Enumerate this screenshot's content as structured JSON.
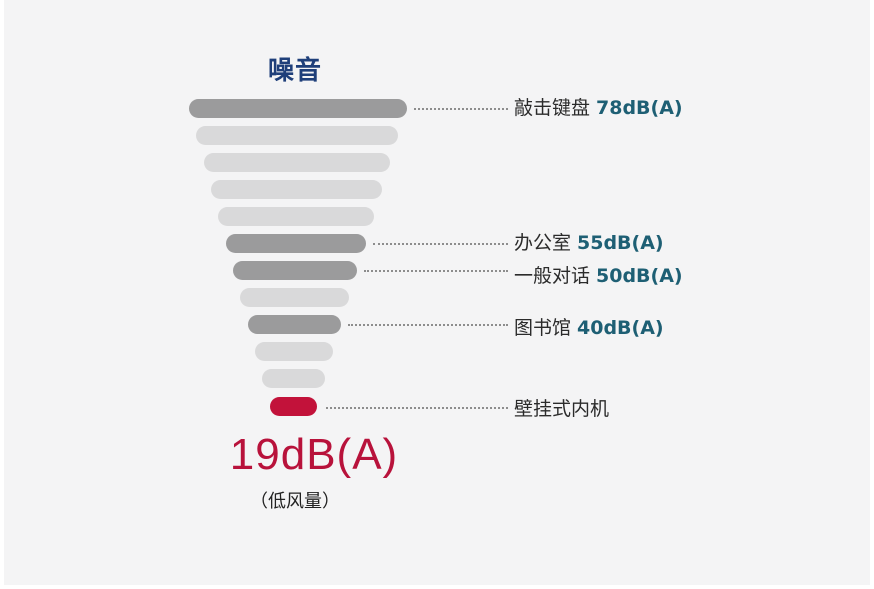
{
  "title": "噪音",
  "levels": [
    {
      "name": "敲击键盘",
      "value": "78dB(A)"
    },
    {
      "name": "办公室",
      "value": "55dB(A)"
    },
    {
      "name": "一般对话",
      "value": "50dB(A)"
    },
    {
      "name": "图书馆",
      "value": "40dB(A)"
    },
    {
      "name": "壁挂式内机",
      "value": ""
    }
  ],
  "highlight": {
    "value": "19dB(A)",
    "note": "（低风量）"
  },
  "colors": {
    "title": "#1f3f7a",
    "accent": "#c2123a",
    "value_text": "#1e5f74",
    "bar_dark": "#9b9b9c",
    "bar_light": "#d9d9da"
  }
}
